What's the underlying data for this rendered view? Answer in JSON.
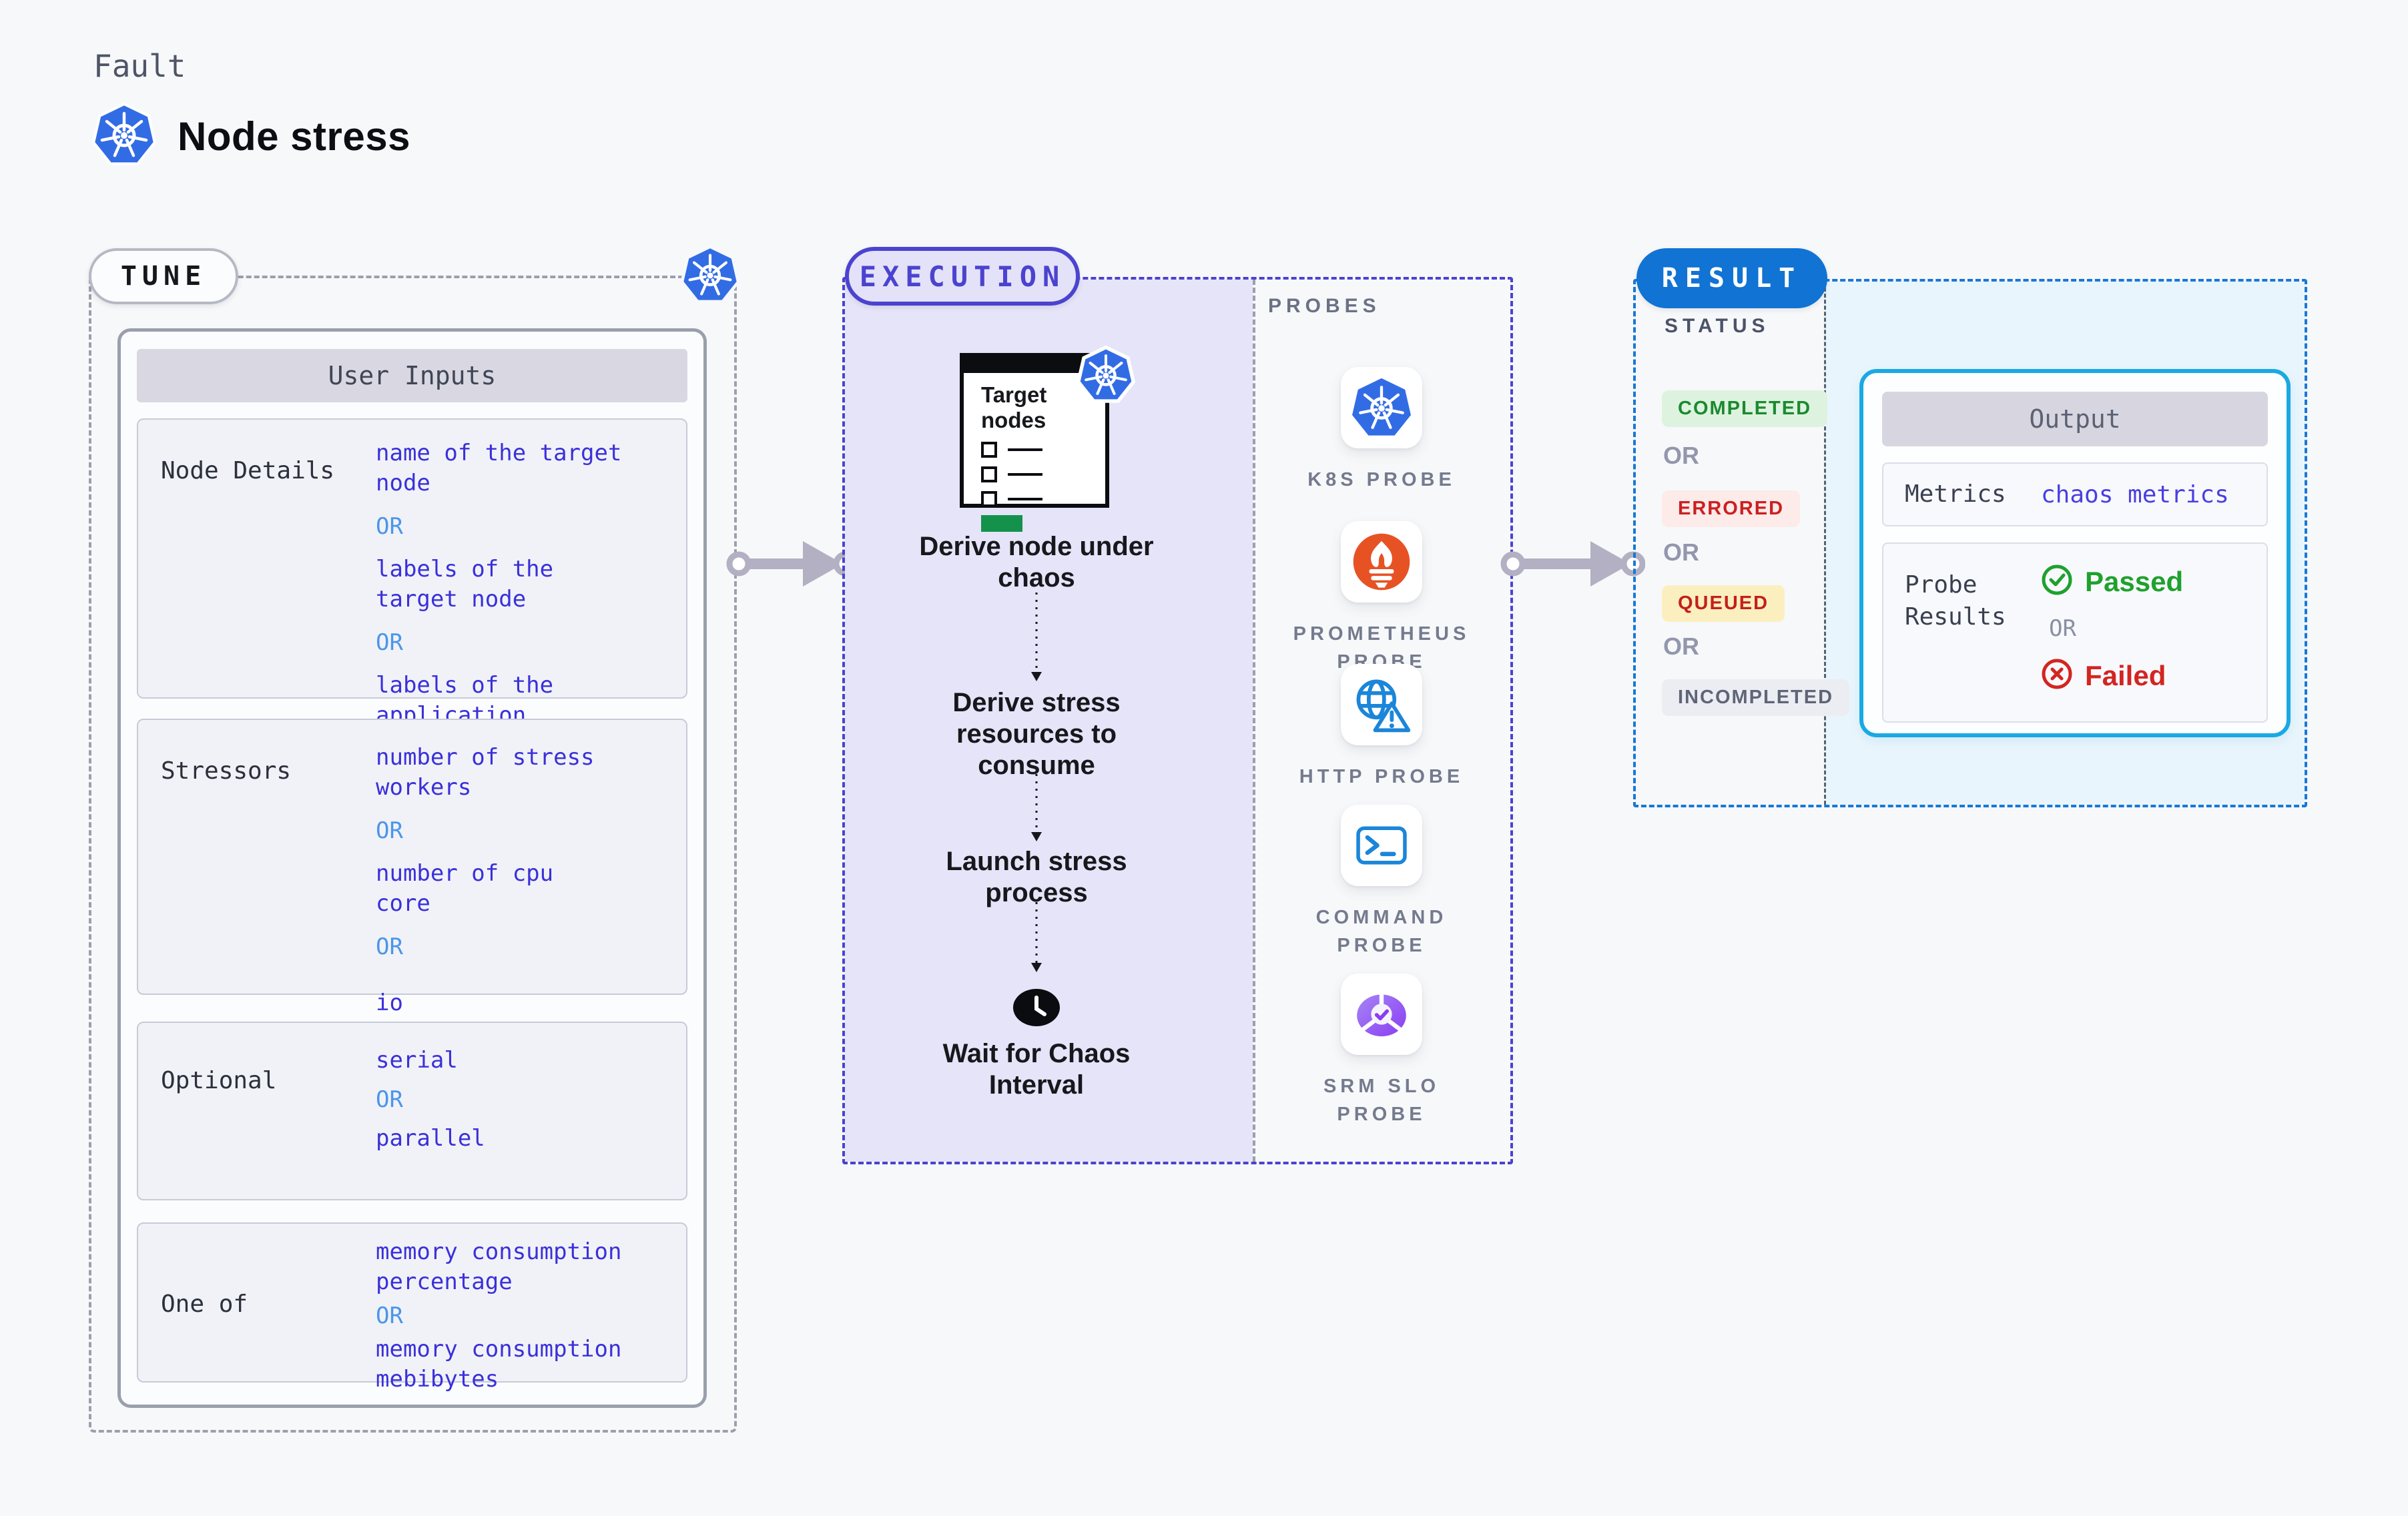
{
  "header": {
    "eyebrow": "Fault",
    "title": "Node stress"
  },
  "tune": {
    "pill": "TUNE",
    "panel_title": "User Inputs",
    "or": "OR",
    "sections": [
      {
        "label": "Node Details",
        "values": [
          "name of the target\nnode",
          "labels of the\ntarget node",
          "labels of the application\nscheduled on target node"
        ]
      },
      {
        "label": "Stressors",
        "values": [
          "number of stress\nworkers",
          "number of cpu\ncore",
          "io"
        ]
      },
      {
        "label": "Optional",
        "values": [
          "serial",
          "parallel"
        ]
      },
      {
        "label": "One of",
        "values": [
          "memory consumption\npercentage",
          "memory consumption\nmebibytes"
        ]
      }
    ]
  },
  "execution": {
    "pill": "EXECUTION",
    "target_card": {
      "title": "Target nodes"
    },
    "steps": [
      "Derive node under chaos",
      "Derive stress resources to consume",
      "Launch stress process",
      "Wait for Chaos Interval"
    ],
    "probes": {
      "label": "PROBES",
      "items": [
        {
          "name": "K8S PROBE",
          "icon": "kubernetes-icon"
        },
        {
          "name": "PROMETHEUS PROBE",
          "icon": "prometheus-icon"
        },
        {
          "name": "HTTP PROBE",
          "icon": "globe-warning-icon"
        },
        {
          "name": "COMMAND PROBE",
          "icon": "terminal-icon"
        },
        {
          "name": "SRM SLO PROBE",
          "icon": "slo-pie-icon"
        }
      ]
    }
  },
  "result": {
    "pill": "RESULT",
    "status": {
      "label": "STATUS",
      "or": "OR",
      "badges": [
        "COMPLETED",
        "ERRORED",
        "QUEUED",
        "INCOMPLETED"
      ]
    },
    "output": {
      "title": "Output",
      "metrics_label": "Metrics",
      "metrics_value": "chaos metrics",
      "probe_label": "Probe\nResults",
      "passed": "Passed",
      "or": "OR",
      "failed": "Failed"
    }
  },
  "colors": {
    "indigo": "#4b43cf",
    "blue": "#1173d3",
    "cyan": "#1aa9e2",
    "value_text": "#3a30da",
    "or_text": "#4b96ea",
    "passed_green": "#1ea12d",
    "failed_red": "#d32521",
    "arrow_gray": "#b2b0c2",
    "lavender_fill": "#e6e4f8",
    "result_fill": "#e9f5fc"
  }
}
